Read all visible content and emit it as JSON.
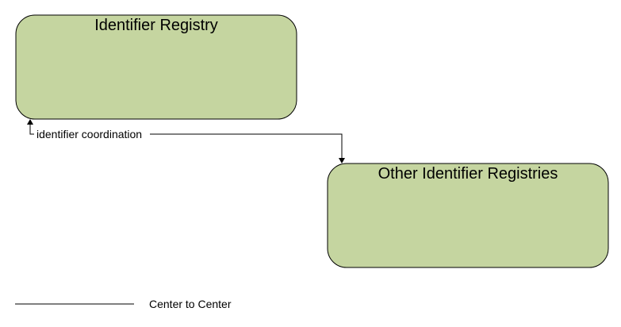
{
  "nodes": {
    "identifier_registry": {
      "label": "Identifier Registry"
    },
    "other_identifier_registries": {
      "label": "Other Identifier Registries"
    }
  },
  "flows": [
    {
      "label": "identifier coordination",
      "type": "Center to Center"
    }
  ],
  "legend": {
    "items": [
      {
        "label": "Center to Center"
      }
    ]
  },
  "colors": {
    "node_fill": "#c5d5a0",
    "line": "#000000"
  }
}
